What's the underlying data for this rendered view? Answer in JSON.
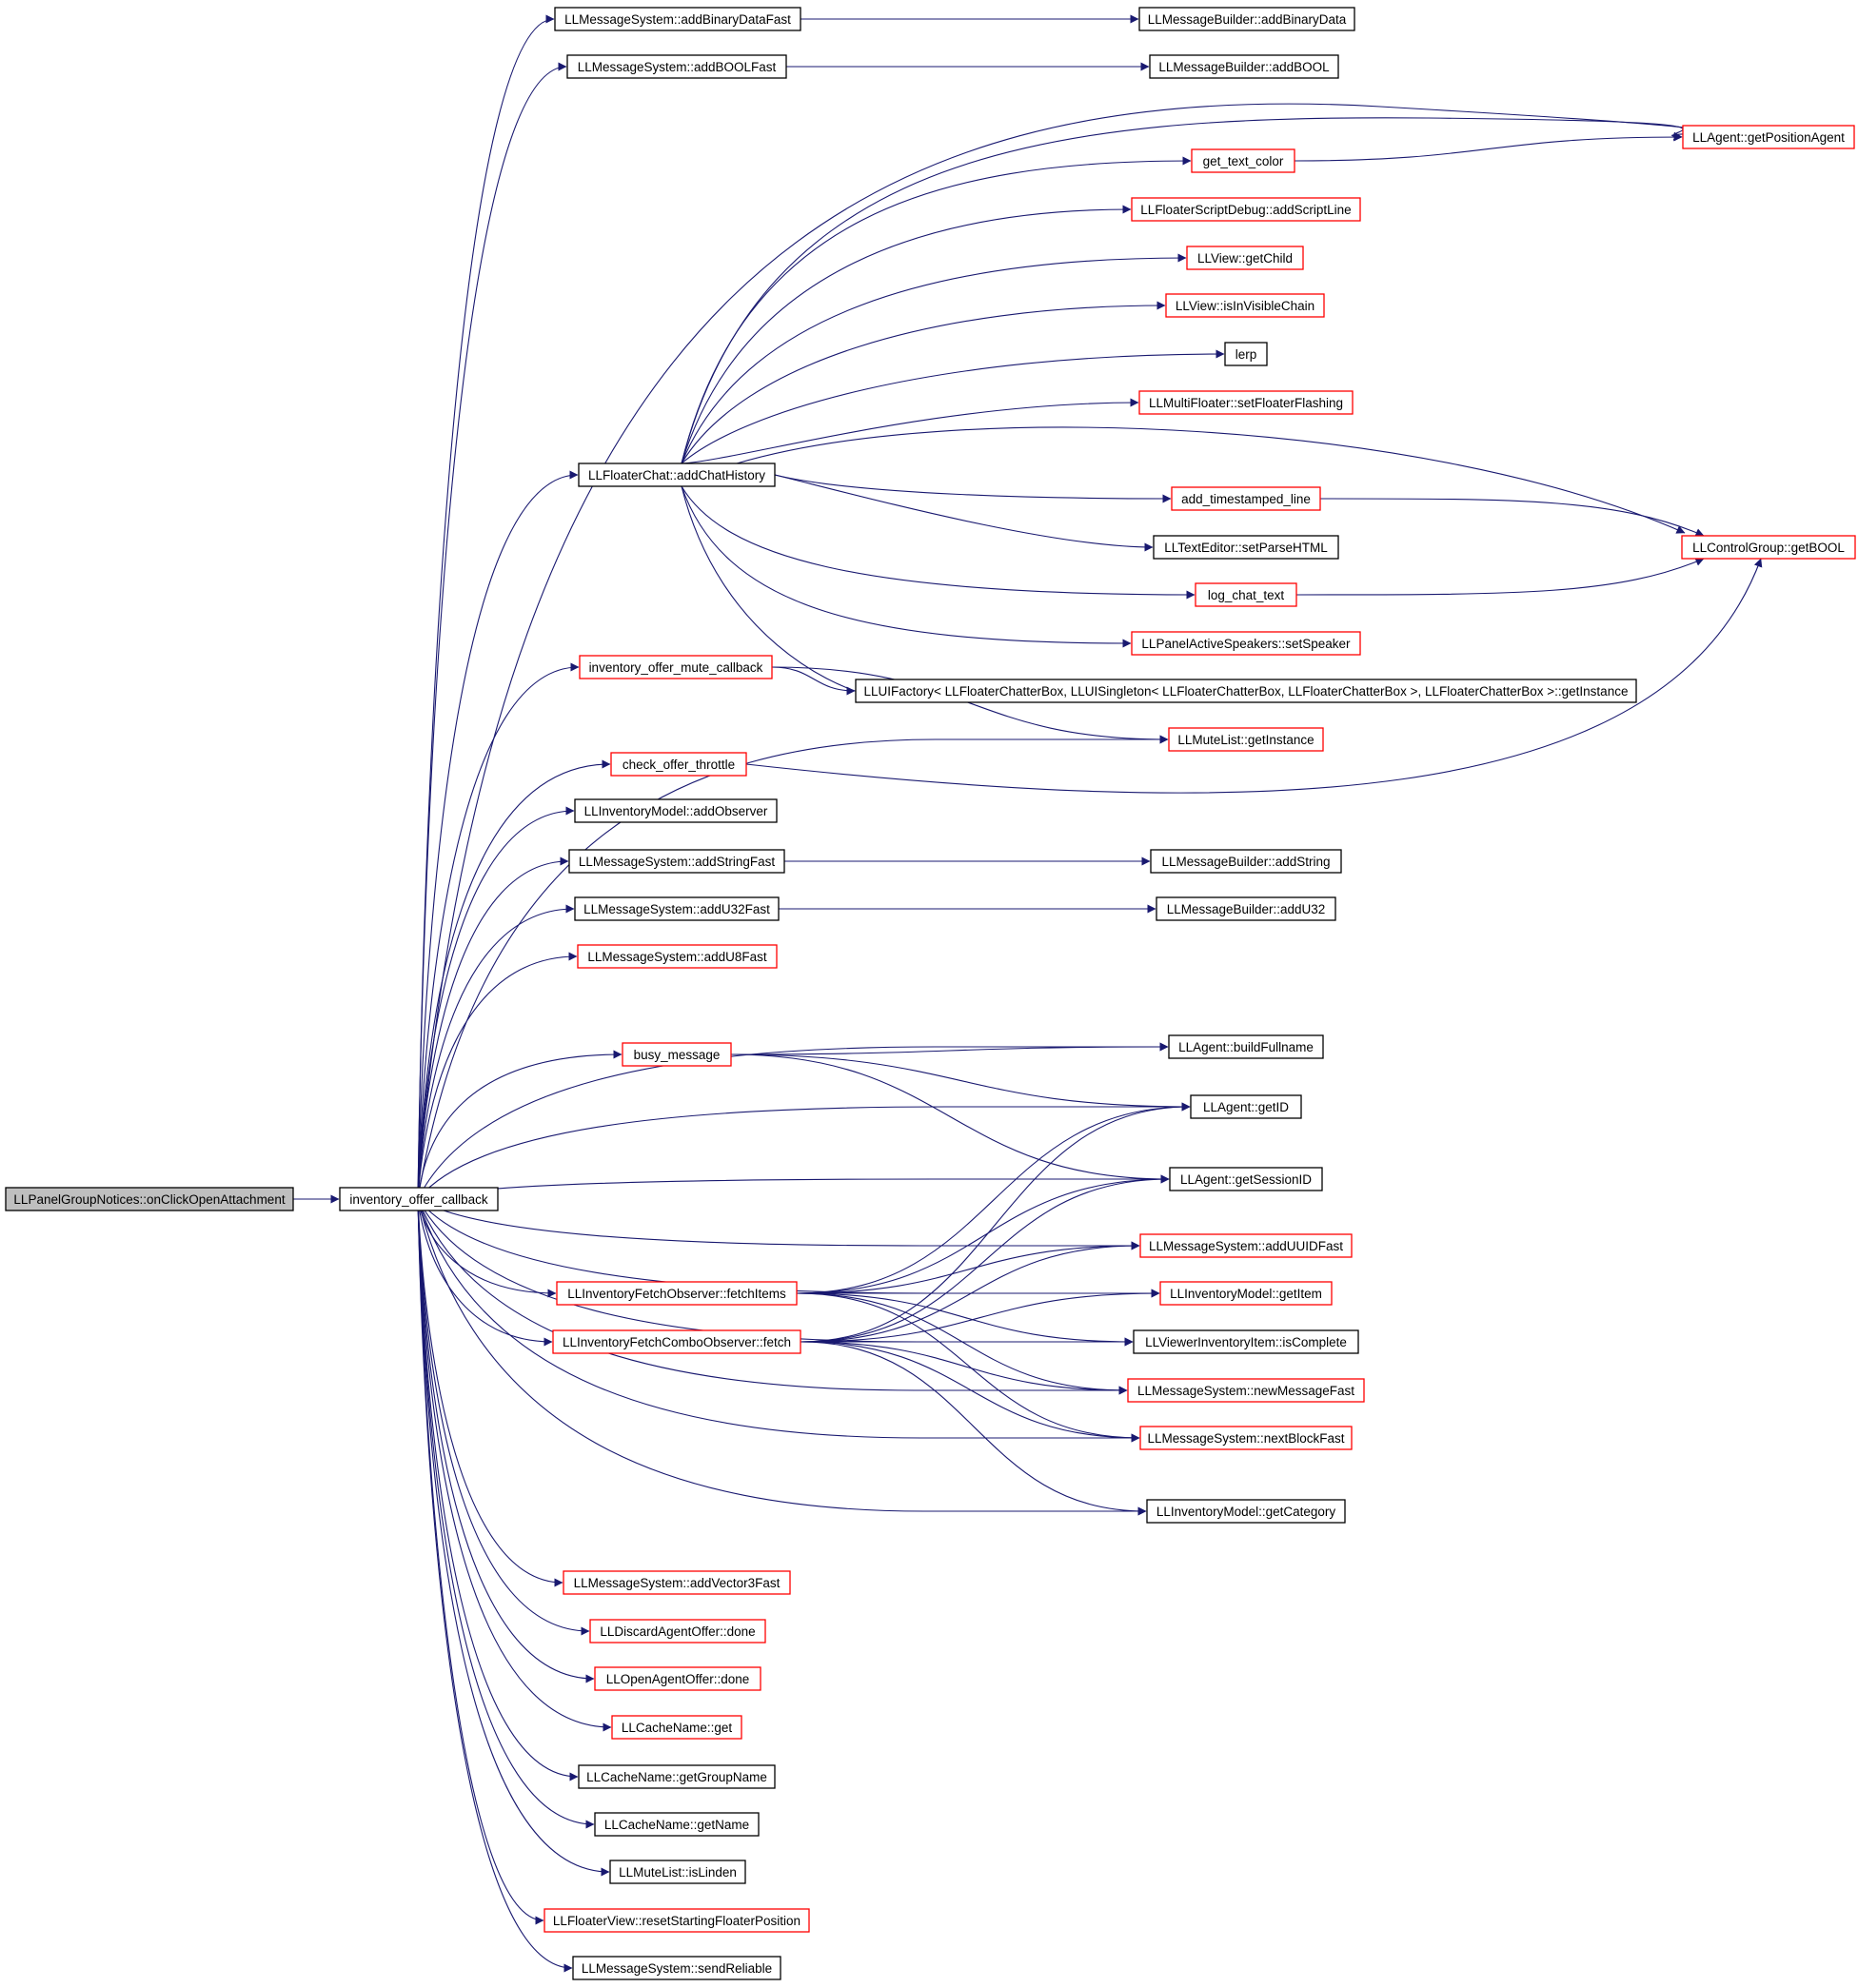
{
  "graph": {
    "colors": {
      "edge": "#191970",
      "border_default": "#000000",
      "border_truncated": "#ff0000",
      "root_fill": "#bfbfbf",
      "node_fill": "#ffffff"
    },
    "root": "LLPanelGroupNotices::onClickOpenAttachment",
    "nodes": [
      {
        "id": "root",
        "label": "LLPanelGroupNotices::onClickOpenAttachment",
        "style": "root"
      },
      {
        "id": "ioc",
        "label": "inventory_offer_callback",
        "style": "black"
      },
      {
        "id": "n_abdf",
        "label": "LLMessageSystem::addBinaryDataFast",
        "style": "black"
      },
      {
        "id": "n_aboolf",
        "label": "LLMessageSystem::addBOOLFast",
        "style": "black"
      },
      {
        "id": "n_fcach",
        "label": "LLFloaterChat::addChatHistory",
        "style": "black"
      },
      {
        "id": "n_iomc",
        "label": "inventory_offer_mute_callback",
        "style": "red"
      },
      {
        "id": "n_cot",
        "label": "check_offer_throttle",
        "style": "red"
      },
      {
        "id": "n_imao",
        "label": "LLInventoryModel::addObserver",
        "style": "black"
      },
      {
        "id": "n_asf",
        "label": "LLMessageSystem::addStringFast",
        "style": "black"
      },
      {
        "id": "n_au32f",
        "label": "LLMessageSystem::addU32Fast",
        "style": "black"
      },
      {
        "id": "n_au8f",
        "label": "LLMessageSystem::addU8Fast",
        "style": "red"
      },
      {
        "id": "n_busy",
        "label": "busy_message",
        "style": "red"
      },
      {
        "id": "n_ifofi",
        "label": "LLInventoryFetchObserver::fetchItems",
        "style": "red"
      },
      {
        "id": "n_ifcof",
        "label": "LLInventoryFetchComboObserver::fetch",
        "style": "red"
      },
      {
        "id": "n_av3f",
        "label": "LLMessageSystem::addVector3Fast",
        "style": "red"
      },
      {
        "id": "n_daod",
        "label": "LLDiscardAgentOffer::done",
        "style": "red"
      },
      {
        "id": "n_oaod",
        "label": "LLOpenAgentOffer::done",
        "style": "red"
      },
      {
        "id": "n_cng",
        "label": "LLCacheName::get",
        "style": "red"
      },
      {
        "id": "n_cnggn",
        "label": "LLCacheName::getGroupName",
        "style": "black"
      },
      {
        "id": "n_cngn",
        "label": "LLCacheName::getName",
        "style": "black"
      },
      {
        "id": "n_mlil",
        "label": "LLMuteList::isLinden",
        "style": "black"
      },
      {
        "id": "n_fvrsfp",
        "label": "LLFloaterView::resetStartingFloaterPosition",
        "style": "red"
      },
      {
        "id": "n_msr",
        "label": "LLMessageSystem::sendReliable",
        "style": "black"
      },
      {
        "id": "n_mbabd",
        "label": "LLMessageBuilder::addBinaryData",
        "style": "black"
      },
      {
        "id": "n_mbabool",
        "label": "LLMessageBuilder::addBOOL",
        "style": "black"
      },
      {
        "id": "n_gtc",
        "label": "get_text_color",
        "style": "red"
      },
      {
        "id": "n_fsdasl",
        "label": "LLFloaterScriptDebug::addScriptLine",
        "style": "red"
      },
      {
        "id": "n_vgc",
        "label": "LLView::getChild",
        "style": "red"
      },
      {
        "id": "n_viivc",
        "label": "LLView::isInVisibleChain",
        "style": "red"
      },
      {
        "id": "n_lerp",
        "label": "lerp",
        "style": "black"
      },
      {
        "id": "n_mfsff",
        "label": "LLMultiFloater::setFloaterFlashing",
        "style": "red"
      },
      {
        "id": "n_atl",
        "label": "add_timestamped_line",
        "style": "red"
      },
      {
        "id": "n_tespo",
        "label": "LLTextEditor::setParseHTML",
        "style": "black"
      },
      {
        "id": "n_lct",
        "label": "log_chat_text",
        "style": "red"
      },
      {
        "id": "n_passs",
        "label": "LLPanelActiveSpeakers::setSpeaker",
        "style": "red"
      },
      {
        "id": "n_uif",
        "label": "LLUIFactory< LLFloaterChatterBox, LLUISingleton< LLFloaterChatterBox, LLFloaterChatterBox >, LLFloaterChatterBox >::getInstance",
        "style": "black"
      },
      {
        "id": "n_mlgi",
        "label": "LLMuteList::getInstance",
        "style": "red"
      },
      {
        "id": "n_mbas",
        "label": "LLMessageBuilder::addString",
        "style": "black"
      },
      {
        "id": "n_mbau32",
        "label": "LLMessageBuilder::addU32",
        "style": "black"
      },
      {
        "id": "n_agbfn",
        "label": "LLAgent::buildFullname",
        "style": "black"
      },
      {
        "id": "n_aggid",
        "label": "LLAgent::getID",
        "style": "black"
      },
      {
        "id": "n_agsid",
        "label": "LLAgent::getSessionID",
        "style": "black"
      },
      {
        "id": "n_msauuidf",
        "label": "LLMessageSystem::addUUIDFast",
        "style": "red"
      },
      {
        "id": "n_imgi",
        "label": "LLInventoryModel::getItem",
        "style": "red"
      },
      {
        "id": "n_viiic",
        "label": "LLViewerInventoryItem::isComplete",
        "style": "black"
      },
      {
        "id": "n_msnmf",
        "label": "LLMessageSystem::newMessageFast",
        "style": "red"
      },
      {
        "id": "n_msnbf",
        "label": "LLMessageSystem::nextBlockFast",
        "style": "red"
      },
      {
        "id": "n_imgc",
        "label": "LLInventoryModel::getCategory",
        "style": "black"
      },
      {
        "id": "n_agpa",
        "label": "LLAgent::getPositionAgent",
        "style": "red"
      },
      {
        "id": "n_cggb",
        "label": "LLControlGroup::getBOOL",
        "style": "red"
      }
    ],
    "edges": [
      [
        "root",
        "ioc"
      ],
      [
        "ioc",
        "n_abdf"
      ],
      [
        "ioc",
        "n_aboolf"
      ],
      [
        "ioc",
        "n_fcach"
      ],
      [
        "ioc",
        "n_iomc"
      ],
      [
        "ioc",
        "n_mlgi"
      ],
      [
        "ioc",
        "n_cot"
      ],
      [
        "ioc",
        "n_imao"
      ],
      [
        "ioc",
        "n_asf"
      ],
      [
        "ioc",
        "n_au32f"
      ],
      [
        "ioc",
        "n_au8f"
      ],
      [
        "ioc",
        "n_agbfn"
      ],
      [
        "ioc",
        "n_busy"
      ],
      [
        "ioc",
        "n_aggid"
      ],
      [
        "ioc",
        "n_agsid"
      ],
      [
        "ioc",
        "n_msauuidf"
      ],
      [
        "ioc",
        "n_imgi"
      ],
      [
        "ioc",
        "n_ifofi"
      ],
      [
        "ioc",
        "n_ifcof"
      ],
      [
        "ioc",
        "n_viiic"
      ],
      [
        "ioc",
        "n_msnmf"
      ],
      [
        "ioc",
        "n_msnbf"
      ],
      [
        "ioc",
        "n_imgc"
      ],
      [
        "ioc",
        "n_av3f"
      ],
      [
        "ioc",
        "n_daod"
      ],
      [
        "ioc",
        "n_oaod"
      ],
      [
        "ioc",
        "n_cng"
      ],
      [
        "ioc",
        "n_cnggn"
      ],
      [
        "ioc",
        "n_cngn"
      ],
      [
        "ioc",
        "n_mlil"
      ],
      [
        "ioc",
        "n_fvrsfp"
      ],
      [
        "ioc",
        "n_msr"
      ],
      [
        "ioc",
        "n_agpa"
      ],
      [
        "n_abdf",
        "n_mbabd"
      ],
      [
        "n_aboolf",
        "n_mbabool"
      ],
      [
        "n_fcach",
        "n_agpa"
      ],
      [
        "n_fcach",
        "n_gtc"
      ],
      [
        "n_fcach",
        "n_fsdasl"
      ],
      [
        "n_fcach",
        "n_vgc"
      ],
      [
        "n_fcach",
        "n_viivc"
      ],
      [
        "n_fcach",
        "n_lerp"
      ],
      [
        "n_fcach",
        "n_mfsff"
      ],
      [
        "n_fcach",
        "n_cggb"
      ],
      [
        "n_fcach",
        "n_atl"
      ],
      [
        "n_fcach",
        "n_tespo"
      ],
      [
        "n_fcach",
        "n_lct"
      ],
      [
        "n_fcach",
        "n_passs"
      ],
      [
        "n_fcach",
        "n_uif"
      ],
      [
        "n_gtc",
        "n_agpa"
      ],
      [
        "n_atl",
        "n_cggb"
      ],
      [
        "n_lct",
        "n_cggb"
      ],
      [
        "n_iomc",
        "n_uif"
      ],
      [
        "n_iomc",
        "n_mlgi"
      ],
      [
        "n_cot",
        "n_cggb"
      ],
      [
        "n_asf",
        "n_mbas"
      ],
      [
        "n_au32f",
        "n_mbau32"
      ],
      [
        "n_busy",
        "n_agbfn"
      ],
      [
        "n_busy",
        "n_aggid"
      ],
      [
        "n_busy",
        "n_agsid"
      ],
      [
        "n_ifofi",
        "n_aggid"
      ],
      [
        "n_ifofi",
        "n_agsid"
      ],
      [
        "n_ifofi",
        "n_msauuidf"
      ],
      [
        "n_ifofi",
        "n_imgi"
      ],
      [
        "n_ifofi",
        "n_viiic"
      ],
      [
        "n_ifofi",
        "n_msnmf"
      ],
      [
        "n_ifofi",
        "n_msnbf"
      ],
      [
        "n_ifcof",
        "n_aggid"
      ],
      [
        "n_ifcof",
        "n_agsid"
      ],
      [
        "n_ifcof",
        "n_msauuidf"
      ],
      [
        "n_ifcof",
        "n_imgi"
      ],
      [
        "n_ifcof",
        "n_viiic"
      ],
      [
        "n_ifcof",
        "n_msnmf"
      ],
      [
        "n_ifcof",
        "n_msnbf"
      ],
      [
        "n_ifcof",
        "n_imgc"
      ]
    ]
  }
}
